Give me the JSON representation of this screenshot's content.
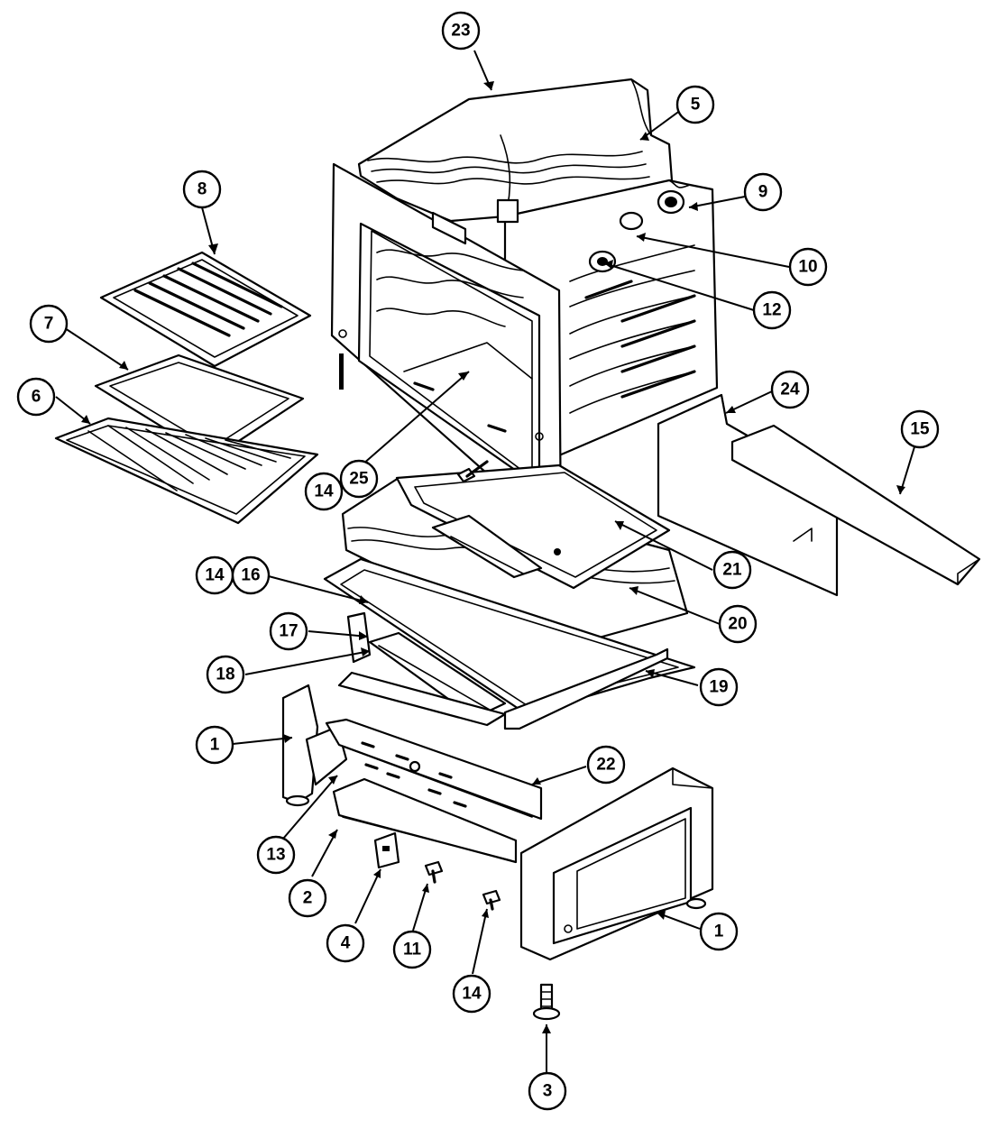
{
  "diagram": {
    "callouts": [
      {
        "id": "c23",
        "label": "23"
      },
      {
        "id": "c5",
        "label": "5"
      },
      {
        "id": "c8",
        "label": "8"
      },
      {
        "id": "c9",
        "label": "9"
      },
      {
        "id": "c10",
        "label": "10"
      },
      {
        "id": "c12",
        "label": "12"
      },
      {
        "id": "c7",
        "label": "7"
      },
      {
        "id": "c6",
        "label": "6"
      },
      {
        "id": "c24",
        "label": "24"
      },
      {
        "id": "c15",
        "label": "15"
      },
      {
        "id": "c14a",
        "label": "14"
      },
      {
        "id": "c25",
        "label": "25"
      },
      {
        "id": "c21",
        "label": "21"
      },
      {
        "id": "c14b",
        "label": "14"
      },
      {
        "id": "c16",
        "label": "16"
      },
      {
        "id": "c20",
        "label": "20"
      },
      {
        "id": "c17",
        "label": "17"
      },
      {
        "id": "c18",
        "label": "18"
      },
      {
        "id": "c19",
        "label": "19"
      },
      {
        "id": "c1a",
        "label": "1"
      },
      {
        "id": "c22",
        "label": "22"
      },
      {
        "id": "c13",
        "label": "13"
      },
      {
        "id": "c2",
        "label": "2"
      },
      {
        "id": "c4",
        "label": "4"
      },
      {
        "id": "c11",
        "label": "11"
      },
      {
        "id": "c1b",
        "label": "1"
      },
      {
        "id": "c14c",
        "label": "14"
      },
      {
        "id": "c3",
        "label": "3"
      }
    ]
  }
}
